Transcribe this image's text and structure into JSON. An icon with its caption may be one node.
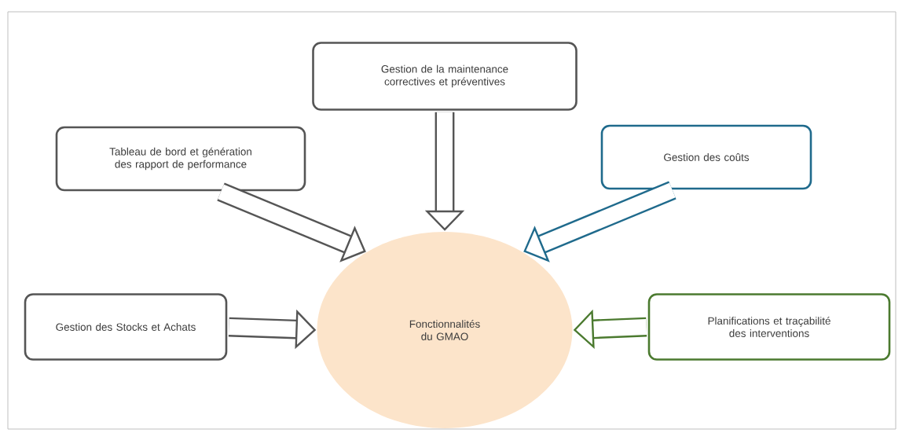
{
  "diagram": {
    "nodes": [
      {
        "text": [
          "Fonctionnalités du GMAO"
        ]
      },
      {
        "text": [
          "Gestion de la maintenance correctives et préventives"
        ]
      },
      {
        "text": [
          "Tableau de bord et génération des rapport de performance"
        ]
      },
      {
        "text": [
          "Gestion des coûts"
        ]
      },
      {
        "text": [
          "Gestion des Stocks et Achats"
        ]
      },
      {
        "text": [
          "Planifications et traçabilité des interventions"
        ]
      }
    ],
    "edges": [
      {
        "from": 1,
        "to": 0,
        "arrow": "to"
      },
      {
        "from": 2,
        "to": 0,
        "arrow": "to"
      },
      {
        "from": 3,
        "to": 0,
        "arrow": "to",
        "color": "#1f6a8c"
      },
      {
        "from": 4,
        "to": 0,
        "arrow": "to"
      },
      {
        "from": 5,
        "to": 0,
        "arrow": "to",
        "color": "#4b7a2f"
      }
    ]
  }
}
